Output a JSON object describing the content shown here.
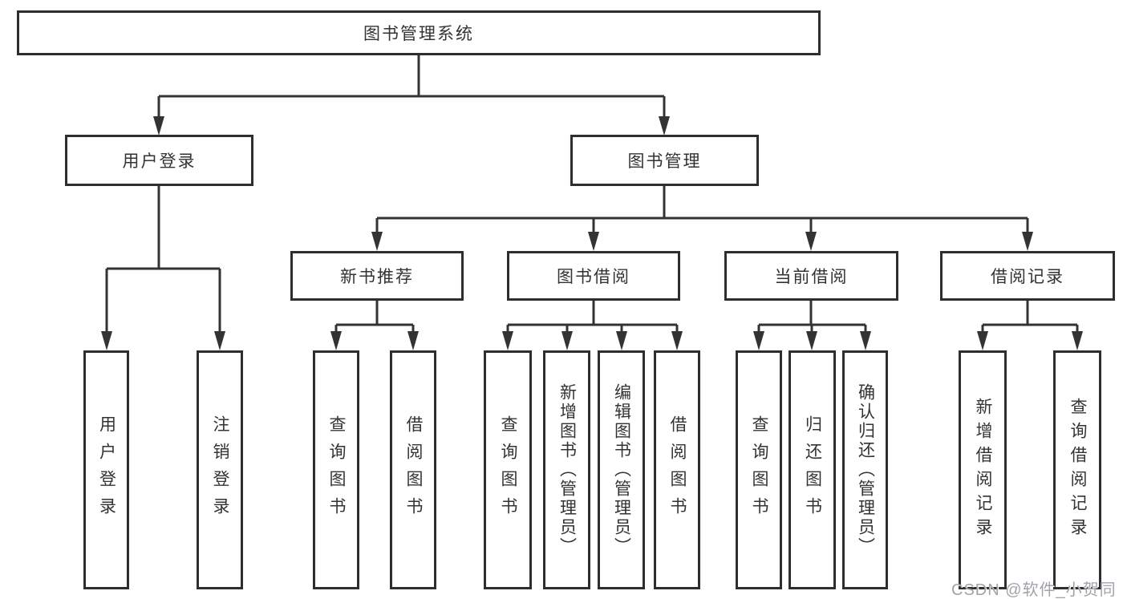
{
  "colors": {
    "background": "#ffffff",
    "box_border": "#2e2e2e",
    "line": "#333333",
    "text": "#333333",
    "watermark": "#a2a2ab"
  },
  "watermark": {
    "text": "CSDN @软件_小贺同学"
  },
  "tree": {
    "root": {
      "label": "图书管理系统",
      "children": [
        {
          "label": "用户登录",
          "children": [
            {
              "label": "用户登录"
            },
            {
              "label": "注销登录"
            }
          ]
        },
        {
          "label": "图书管理",
          "children": [
            {
              "label": "新书推荐",
              "children": [
                {
                  "label": "查询图书"
                },
                {
                  "label": "借阅图书"
                }
              ]
            },
            {
              "label": "图书借阅",
              "children": [
                {
                  "label": "查询图书"
                },
                {
                  "label": "新增图书（管理员）"
                },
                {
                  "label": "编辑图书（管理员）"
                },
                {
                  "label": "借阅图书"
                }
              ]
            },
            {
              "label": "当前借阅",
              "children": [
                {
                  "label": "查询图书"
                },
                {
                  "label": "归还图书"
                },
                {
                  "label": "确认归还（管理员）"
                }
              ]
            },
            {
              "label": "借阅记录",
              "children": [
                {
                  "label": "新增借阅记录"
                },
                {
                  "label": "查询借阅记录"
                }
              ]
            }
          ]
        }
      ]
    }
  }
}
